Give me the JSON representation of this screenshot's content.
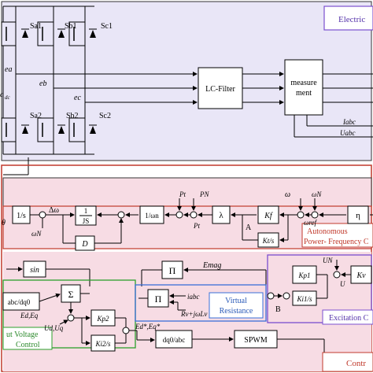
{
  "sections": {
    "electrical": "Electric",
    "autonomous_line1": "Autonomous",
    "autonomous_line2": "Power- Frequency C",
    "excitation": "Excitation C",
    "virtual_line1": "Virtual",
    "virtual_line2": "Resistance",
    "output_voltage_line1": "ut Voltage",
    "output_voltage_line2": "Control",
    "control": "Contr"
  },
  "switches": [
    "Sa1",
    "Sb1",
    "Sc1",
    "Sa2",
    "Sb2",
    "Sc2"
  ],
  "phases": [
    "ea",
    "eb",
    "ec"
  ],
  "dc_label": "dc",
  "blocks": {
    "lc_filter": "LC-Filter",
    "measurement_line1": "measure",
    "measurement_line2": "ment",
    "one_over_s": "1/s",
    "one_over_js_num": "1",
    "one_over_js_den": "JS",
    "one_over_omega_n": "1/ωn",
    "lambda": "λ",
    "kf": "Kf",
    "kt_over_s": "Kt/s",
    "eta": "η",
    "d_block": "D",
    "sin_block": "sin",
    "pi_mag": "Π",
    "kp1": "Kp1",
    "ki1_over_s": "Ki1/s",
    "kv": "Kv",
    "sigma": "Σ",
    "pi_vr": "Π",
    "abc_dq0": "abc/dq0",
    "kp2": "Kp2",
    "ki2_over_s": "Ki2/s",
    "dq0_abc": "dq0/abc",
    "spwm": "SPWM"
  },
  "signals": {
    "i_abc": "Iabc",
    "u_abc": "Uabc",
    "p_t": "Pt",
    "p_n": "PN",
    "p_t_out": "Pt",
    "omega": "ω",
    "omega_n": "ωN",
    "omega_ref": "ωref",
    "omega_n_left": "ωN",
    "delta_omega": "Δω",
    "theta": "θ",
    "a_label": "A",
    "b_label": "B",
    "emag": "Emag",
    "u_n": "UN",
    "u_small": "U",
    "ed_eq": "Ed,Eq",
    "ud_uq": "Ud,Uq",
    "ed_eq_star": "Ed*,Eq*",
    "iabc_vr": "iabc",
    "rv_jwlv": "Rv+jωLv"
  }
}
